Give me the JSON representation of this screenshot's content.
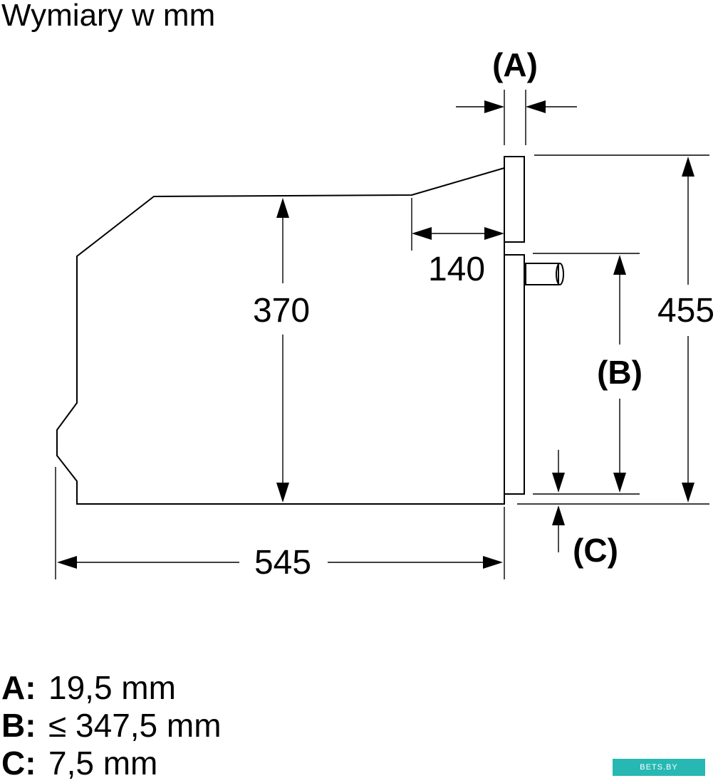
{
  "title": "Wymiary w mm",
  "dimensions": {
    "a_label": "(A)",
    "b_label": "(B)",
    "c_label": "(C)",
    "depth_total": "545",
    "height_body": "370",
    "height_total": "455",
    "depth_front": "140"
  },
  "legend": [
    {
      "key": "A:",
      "value": "19,5 mm"
    },
    {
      "key": "B:",
      "value": "≤ 347,5 mm"
    },
    {
      "key": "C:",
      "value": "7,5 mm"
    }
  ],
  "watermark": {
    "text": "BETS.BY",
    "color": "#27b8b3"
  },
  "colors": {
    "line": "#000000",
    "background": "#ffffff"
  }
}
